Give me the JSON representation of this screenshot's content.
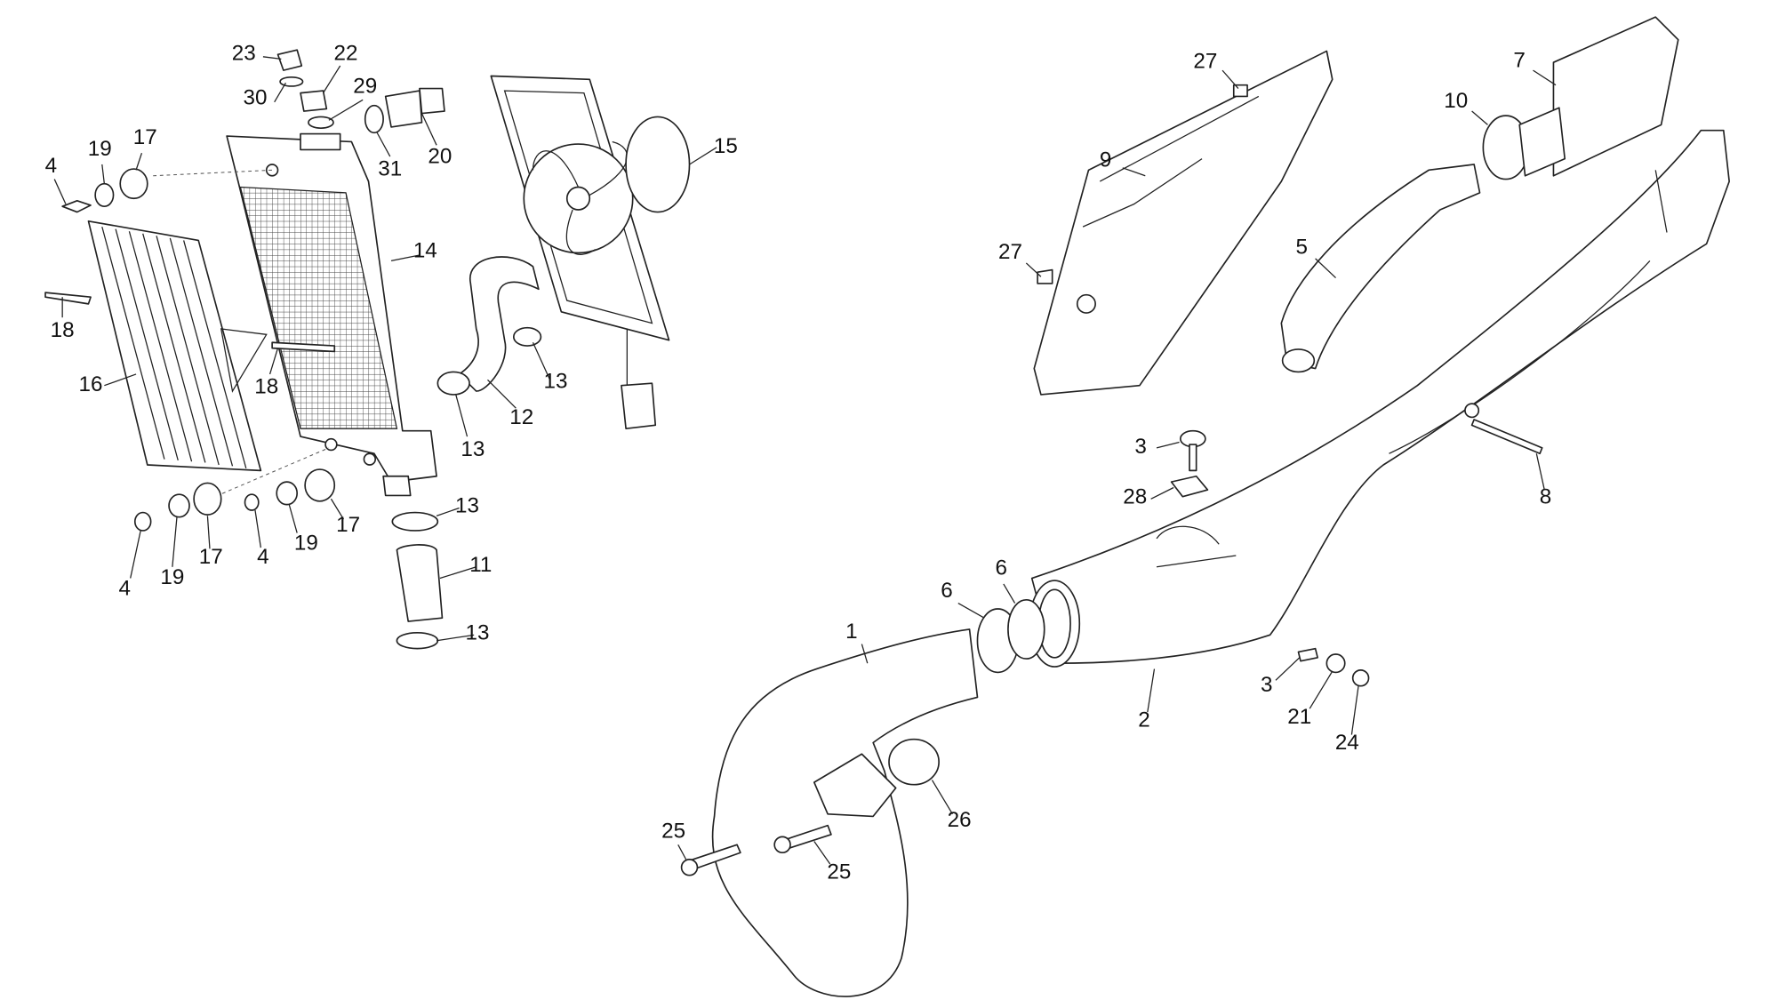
{
  "diagram": {
    "type": "exploded-parts-view",
    "callouts": [
      "23",
      "22",
      "30",
      "29",
      "31",
      "20",
      "15",
      "19",
      "17",
      "4",
      "14",
      "18",
      "16",
      "18",
      "13",
      "12",
      "13",
      "13",
      "17",
      "19",
      "4",
      "17",
      "19",
      "4",
      "11",
      "13",
      "27",
      "7",
      "10",
      "9",
      "27",
      "5",
      "3",
      "28",
      "8",
      "6",
      "6",
      "1",
      "2",
      "3",
      "21",
      "24",
      "25",
      "25",
      "26"
    ]
  }
}
